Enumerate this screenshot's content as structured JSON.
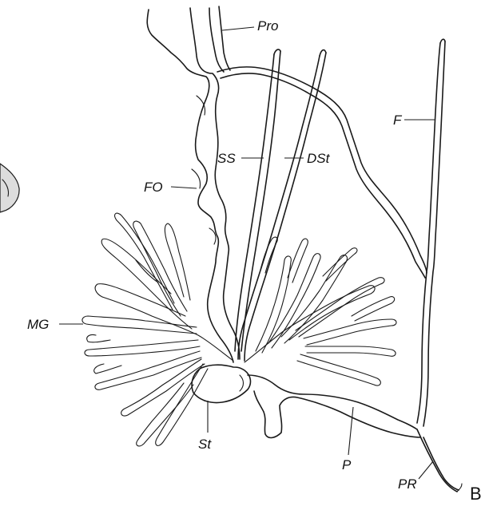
{
  "figure": {
    "panel_letter": "B",
    "labels": {
      "pro": "Pro",
      "ss": "SS",
      "dst": "DSt",
      "f": "F",
      "fo": "FO",
      "mg": "MG",
      "st": "St",
      "p": "P",
      "pr": "PR"
    }
  }
}
